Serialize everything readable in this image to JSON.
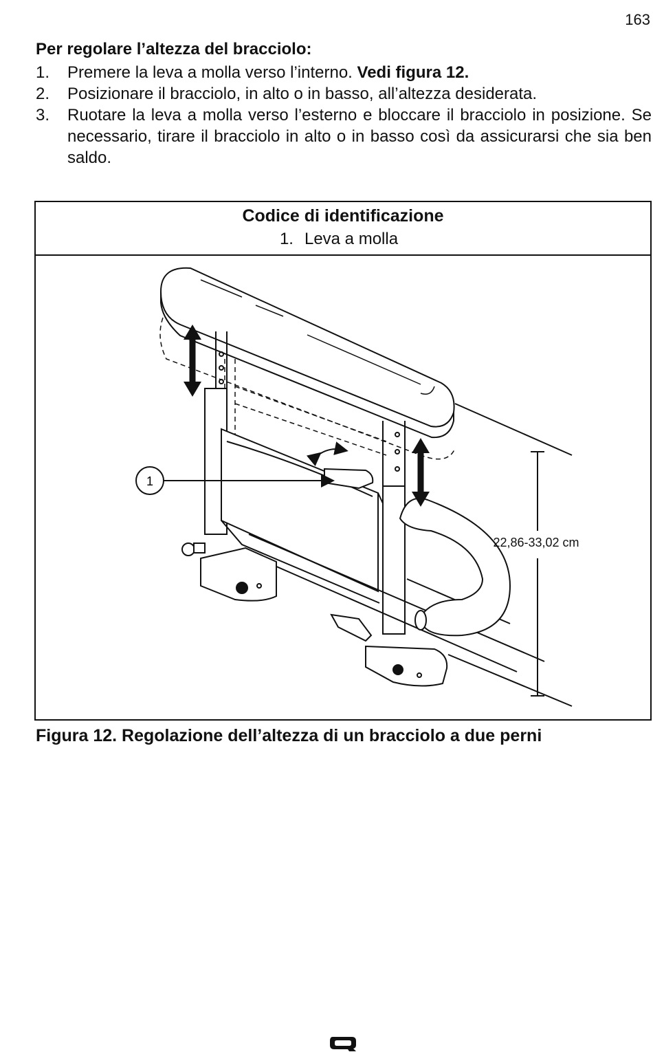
{
  "page_number": "163",
  "heading": "Per regolare l’altezza del bracciolo:",
  "steps": [
    {
      "num": "1.",
      "text": "Premere la leva a molla verso l’interno. ",
      "ref": "Vedi figura 12."
    },
    {
      "num": "2.",
      "text": "Posizionare il bracciolo, in alto o in basso, all’altezza desiderata."
    },
    {
      "num": "3.",
      "text": "Ruotare la leva a molla verso l’esterno e bloccare il bracciolo in posizione. Se necessario, tirare il bracciolo in alto o in basso così da assicurarsi che sia ben saldo."
    }
  ],
  "legend": {
    "title": "Codice di identificazione",
    "items": [
      {
        "num": "1.",
        "label": "Leva a molla"
      }
    ]
  },
  "drawing": {
    "callout_number": "1",
    "dimension_label": "22,86-33,02 cm"
  },
  "caption": "Figura 12. Regolazione dell’altezza di un bracciolo a due perni",
  "brand_logo": "q-logo-icon"
}
